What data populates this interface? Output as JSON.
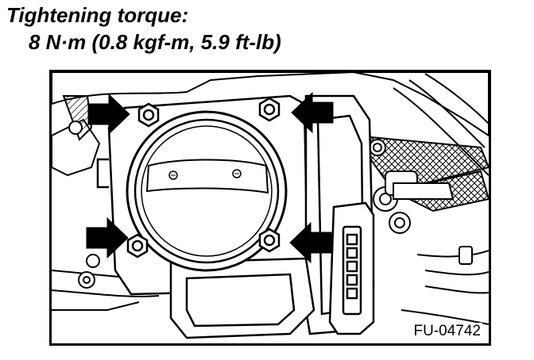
{
  "caption": {
    "title": "Tightening torque:",
    "value": "8 N·m (0.8 kgf-m, 5.9 ft-lb)"
  },
  "figure": {
    "id": "FU-04742",
    "bolt_arrow_count": 4
  },
  "colors": {
    "ink": "#000000",
    "paper": "#ffffff",
    "shade": "#d9d9d9"
  }
}
